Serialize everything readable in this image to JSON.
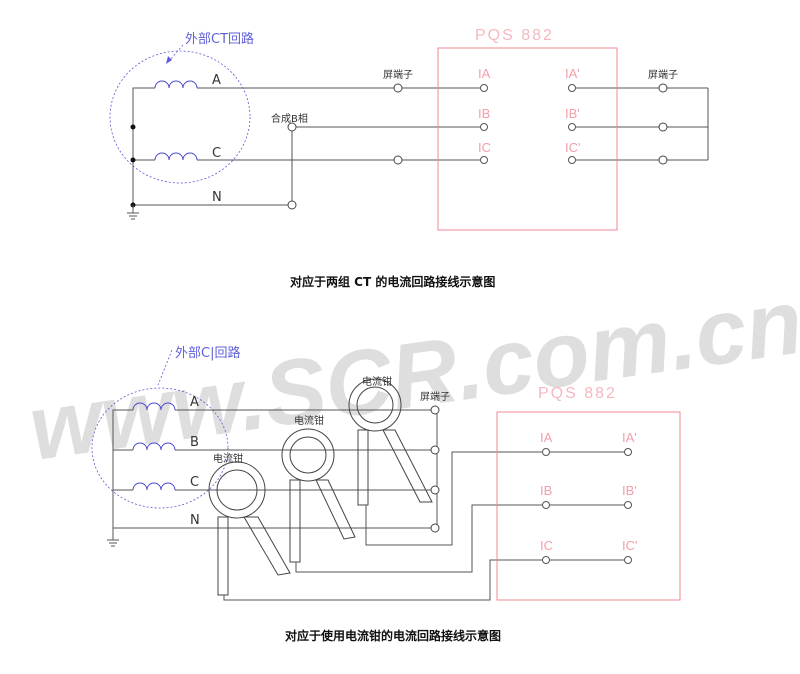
{
  "watermark": "www.SCR.com.cn",
  "diagram_top": {
    "ct_label": "外部CT回路",
    "phases": [
      "A",
      "C",
      "N"
    ],
    "synth_label": "合成B相",
    "terminal_left_label": "屏端子",
    "terminal_right_label": "屏端子",
    "device_title": "PQS  882",
    "ports_in": [
      "IA",
      "IB",
      "IC"
    ],
    "ports_out": [
      "IA'",
      "IB'",
      "IC'"
    ],
    "caption": "对应于两组 CT 的电流回路接线示意图"
  },
  "diagram_bottom": {
    "ct_label": "外部C|回路",
    "phases": [
      "A",
      "B",
      "C",
      "N"
    ],
    "clamp_labels": [
      "电流钳",
      "电流钳",
      "电流钳"
    ],
    "terminal_label": "屏端子",
    "device_title": "PQS  882",
    "ports_in": [
      "IA",
      "IB",
      "IC"
    ],
    "ports_out": [
      "IA'",
      "IB'",
      "IC'"
    ],
    "caption": "对应于使用电流钳的电流回路接线示意图"
  }
}
